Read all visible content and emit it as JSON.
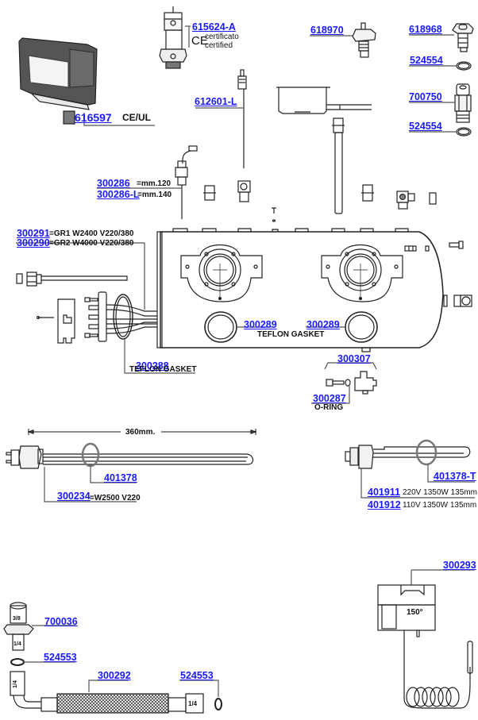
{
  "diagram": {
    "type": "exploded-parts-diagram",
    "label_color": "#1a1aff",
    "parts": {
      "pressure_switch": {
        "code": "616597",
        "note": "CE/UL"
      },
      "safety_valve": {
        "code": "615624-A",
        "ce_mark": "CE",
        "note_it": "certificato",
        "note_en": "certified"
      },
      "level_probe": {
        "code": "612601-L"
      },
      "valve_618970": {
        "code": "618970"
      },
      "valve_618968": {
        "code": "618968"
      },
      "gasket_524554_a": {
        "code": "524554"
      },
      "fitting_700750": {
        "code": "700750"
      },
      "gasket_524554_b": {
        "code": "524554"
      },
      "probe_300286": {
        "code": "300286",
        "note": "=mm.120"
      },
      "probe_300286_l": {
        "code": "300286-L",
        "note": "=mm.140"
      },
      "element_300291": {
        "code": "300291",
        "note": "=GR1 W2400 V220/380"
      },
      "element_300290": {
        "code": "300290",
        "note": "=GR2 W4000 V220/380"
      },
      "gasket_300289_left": {
        "code": "300289"
      },
      "gasket_300289_right": {
        "code": "300289"
      },
      "gasket_300289_note": "TEFLON GASKET",
      "gasket_300288": {
        "code": "300288",
        "note": "TEFLON GASKET"
      },
      "tap_300307": {
        "code": "300307"
      },
      "oring_300287": {
        "code": "300287",
        "note": "O-RING"
      },
      "dimension": "360mm.",
      "gasket_401378": {
        "code": "401378"
      },
      "element_300234": {
        "code": "300234",
        "note": "=W2500 V220"
      },
      "gasket_401378_t": {
        "code": "401378-T"
      },
      "element_401911": {
        "code": "401911",
        "note": "220V 1350W 135mm"
      },
      "element_401912": {
        "code": "401912",
        "note": "110V 1350W 135mm"
      },
      "thermostat_300293": {
        "code": "300293",
        "temp": "150°"
      },
      "fitting_700036": {
        "code": "700036",
        "thread_top": "3/8",
        "thread_bottom": "1/4"
      },
      "gasket_524553_a": {
        "code": "524553"
      },
      "hose_300292": {
        "code": "300292",
        "thread_left": "1/4",
        "thread_right": "1/4"
      },
      "gasket_524553_b": {
        "code": "524553"
      }
    }
  }
}
